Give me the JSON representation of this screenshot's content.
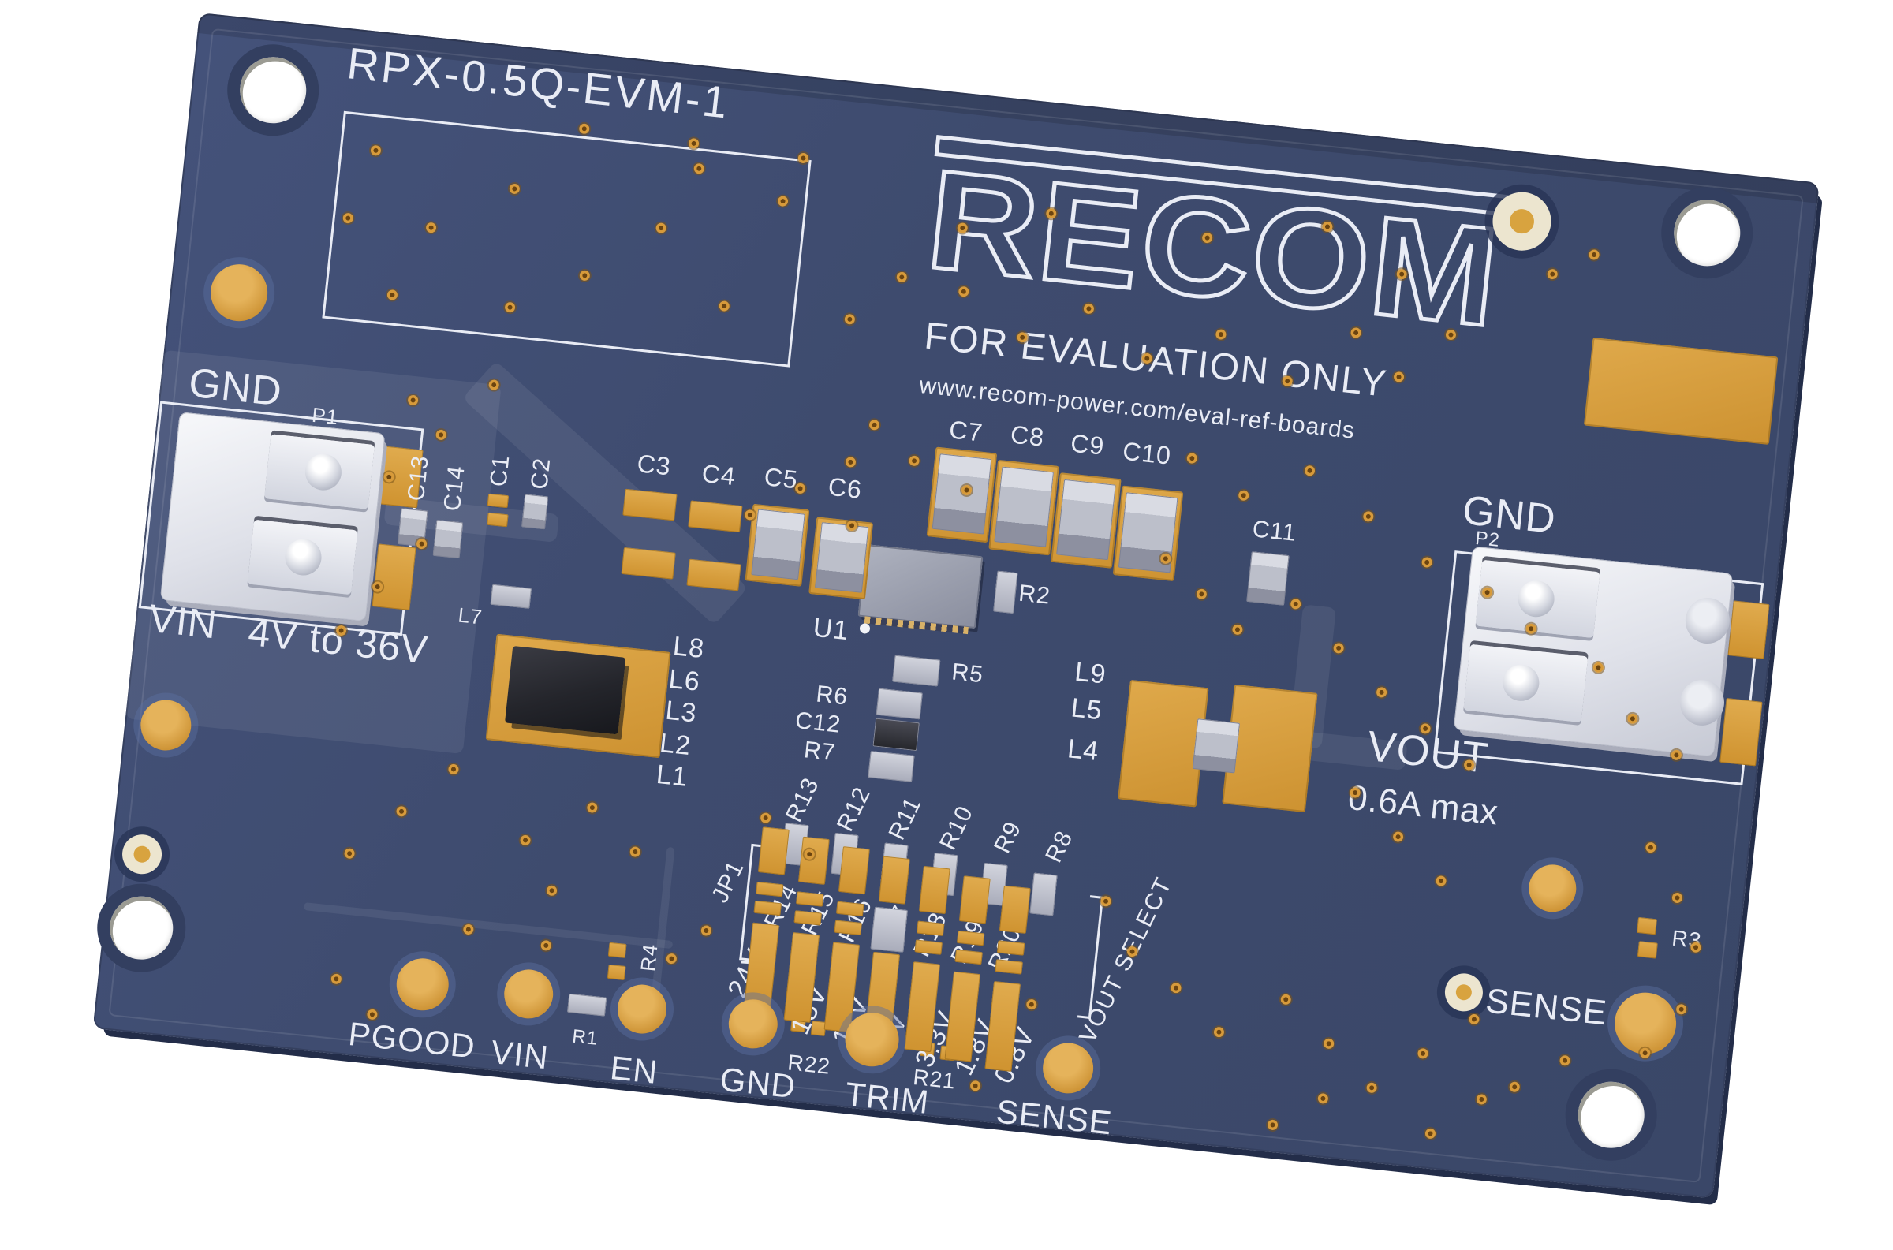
{
  "board": {
    "title": "RPX-0.5Q-EVM-1",
    "brand": {
      "name": "RECOM",
      "tagline": "FOR EVALUATION ONLY",
      "url": "www.recom-power.com/eval-ref-boards"
    },
    "input_terminal": {
      "gnd": "GND",
      "refdes": "P1",
      "label": "VIN",
      "range": "4V to 36V"
    },
    "output_terminal": {
      "gnd": "GND",
      "refdes": "P2",
      "label": "VOUT",
      "rating": "0.6A max"
    },
    "ic": {
      "refdes": "U1"
    },
    "jumper": "JP1",
    "vout_select": "VOUT SELECT",
    "voltage_options": [
      "24V",
      "15V",
      "12V",
      "5V",
      "3.3V",
      "1.8V",
      "0.8V"
    ],
    "test_points": [
      "PGOOD",
      "VIN",
      "EN",
      "GND",
      "TRIM",
      "SENSE"
    ],
    "sense_test_point": "SENSE",
    "capacitors": {
      "input": [
        "C13",
        "C14",
        "C1",
        "C2"
      ],
      "mid": [
        "C3",
        "C4",
        "C5",
        "C6"
      ],
      "bulk": [
        "C7",
        "C8",
        "C9",
        "C10"
      ],
      "c11": "C11",
      "c12": "C12"
    },
    "inductors": {
      "left_bank": [
        "L8",
        "L6",
        "L3",
        "L2",
        "L1"
      ],
      "right_bank": [
        "L9",
        "L5",
        "L4"
      ],
      "l7": "L7"
    },
    "resistors": {
      "feedback_top": [
        "R13",
        "R12",
        "R11",
        "R10",
        "R9",
        "R8"
      ],
      "ladder": [
        "R14",
        "R15",
        "R16",
        "R17",
        "R18",
        "R19",
        "R20"
      ],
      "r1": "R1",
      "r2": "R2",
      "r3": "R3",
      "r4": "R4",
      "r5": "R5",
      "r6": "R6",
      "r7": "R7",
      "r21": "R21",
      "r22": "R22"
    },
    "colors": {
      "substrate": "#3e4b6e",
      "silkscreen": "#e9ecf5",
      "gold": "#d79a3a"
    }
  }
}
